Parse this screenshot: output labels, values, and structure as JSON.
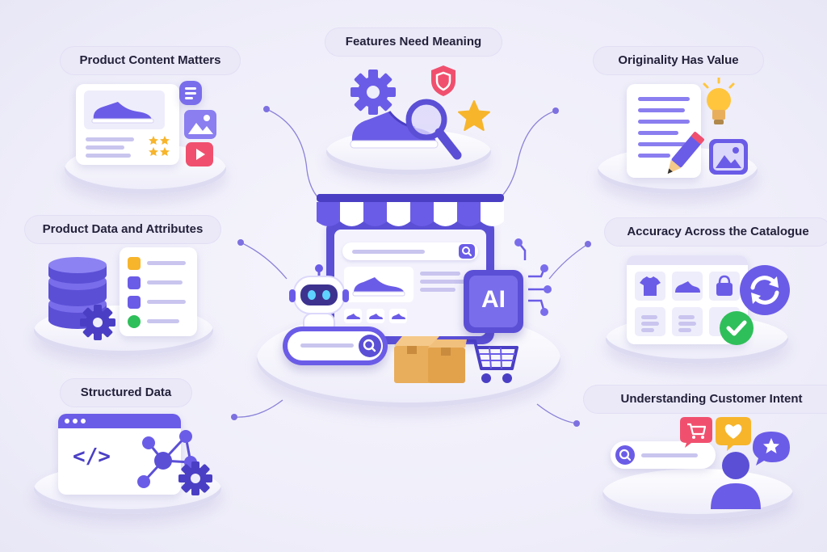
{
  "colors": {
    "primary": "#6b5ce7",
    "primary_dark": "#4a3fc4",
    "primary_light": "#c9c5ef",
    "label_bg": "#ebe9f8",
    "text": "#23213a",
    "star": "#f7b52c",
    "bulb": "#ffc53d",
    "red_play": "#f0506e",
    "check_green": "#2fbf5a",
    "box": "#e9ae5b"
  },
  "labels": {
    "product_content": "Product Content Matters",
    "features_meaning": "Features Need Meaning",
    "originality": "Originality Has Value",
    "product_data": "Product Data and Attributes",
    "accuracy": "Accuracy Across the Catalogue",
    "structured_data": "Structured Data",
    "customer_intent": "Understanding Customer Intent"
  },
  "center": {
    "ai_chip_text": "AI"
  },
  "structured": {
    "code_glyph": "</>"
  }
}
